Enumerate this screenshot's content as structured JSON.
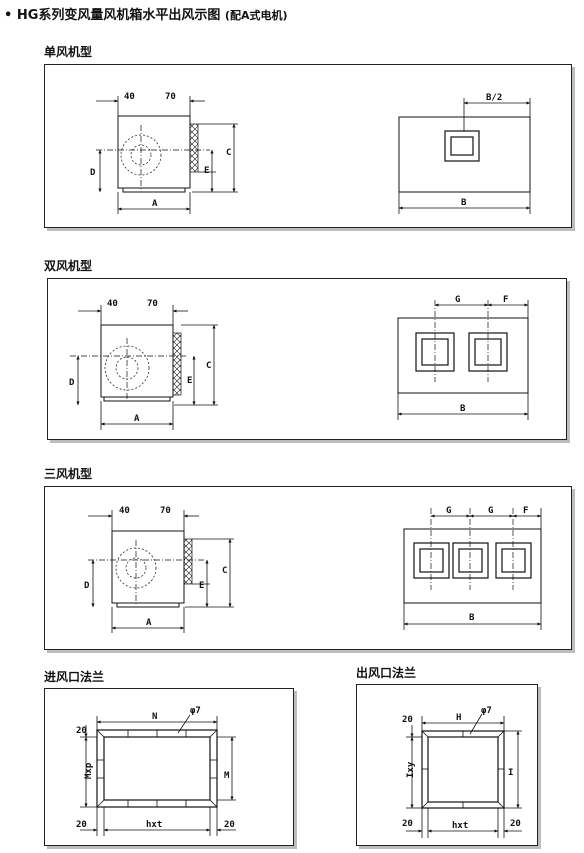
{
  "title": {
    "main": "• HG系列变风量风机箱水平出风示图",
    "sub": "(配A式电机)"
  },
  "sections": {
    "single": "单风机型",
    "double": "双风机型",
    "triple": "三风机型",
    "inlet": "进风口法兰",
    "outlet": "出风口法兰"
  },
  "dims": {
    "d40": "40",
    "d70": "70",
    "A": "A",
    "B": "B",
    "B_half": "B/2",
    "C": "C",
    "D": "D",
    "E": "E",
    "F": "F",
    "G": "G",
    "N": "N",
    "M": "M",
    "Mxp": "Mxp",
    "H": "H",
    "I": "I",
    "Ixy": "Ixy",
    "phi7": "φ7",
    "d20": "20",
    "hxt": "hxt"
  }
}
